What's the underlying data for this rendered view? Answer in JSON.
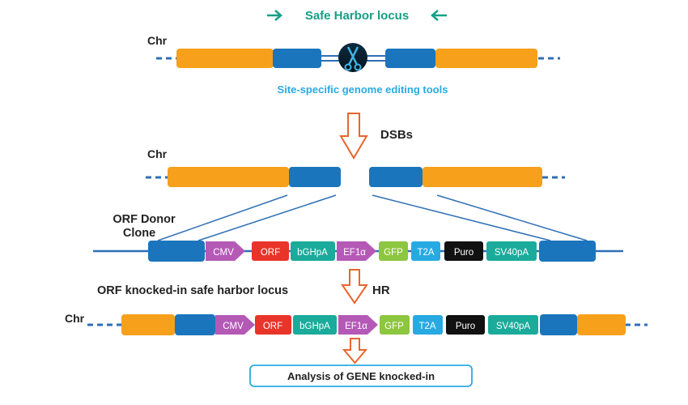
{
  "diagram": {
    "title": "Safe Harbor locus",
    "tools_label": "Site-specific genome editing tools",
    "chr_label": "Chr",
    "dsb_label": "DSBs",
    "donor_label_line1": "ORF Donor",
    "donor_label_line2": "Clone",
    "knockin_label": "ORF knocked-in safe harbor locus",
    "hr_label": "HR",
    "analysis_label": "Analysis of GENE knocked-in",
    "cassette": {
      "cmv": "CMV",
      "orf": "ORF",
      "bghpa": "bGHpA",
      "ef1a": "EF1α",
      "gfp": "GFP",
      "t2a": "T2A",
      "puro": "Puro",
      "sv40pa": "SV40pA"
    },
    "colors": {
      "orange": "#f7a01b",
      "blue": "#1b75bc",
      "teal": "#1aab9b",
      "purple": "#b45ab6",
      "red": "#e9342a",
      "green": "#8dc63f",
      "sky": "#27aae1",
      "black": "#111111",
      "arrow_outline": "#e8662c",
      "title_green": "#15a085",
      "text_blue": "#29abe2",
      "line_blue": "#2f6fb5"
    }
  }
}
